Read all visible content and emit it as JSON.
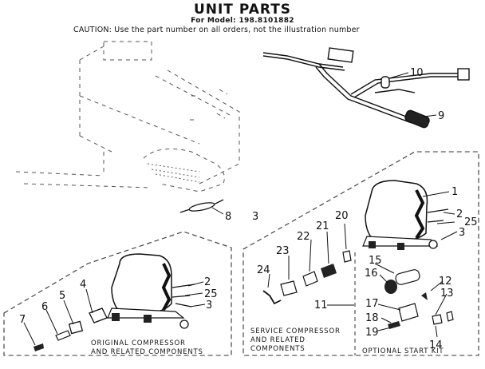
{
  "header": {
    "title": "UNIT PARTS",
    "model_line": "For Model: 198.8101882",
    "caution": "CAUTION: Use the part number on all orders, not the illustration number"
  },
  "callouts": [
    "10",
    "9",
    "8",
    "3",
    "1",
    "2",
    "25",
    "3",
    "20",
    "21",
    "22",
    "23",
    "24",
    "15",
    "12",
    "16",
    "13",
    "11",
    "17",
    "18",
    "14",
    "19",
    "2",
    "25",
    "3",
    "4",
    "5",
    "6",
    "7"
  ],
  "captions": {
    "original_1": "ORIGINAL COMPRESSOR",
    "original_2": "AND RELATED COMPONENTS",
    "service_1": "SERVICE COMPRESSOR",
    "service_2": "AND RELATED",
    "service_3": "COMPONENTS",
    "start_kit": "OPTIONAL START KIT"
  }
}
